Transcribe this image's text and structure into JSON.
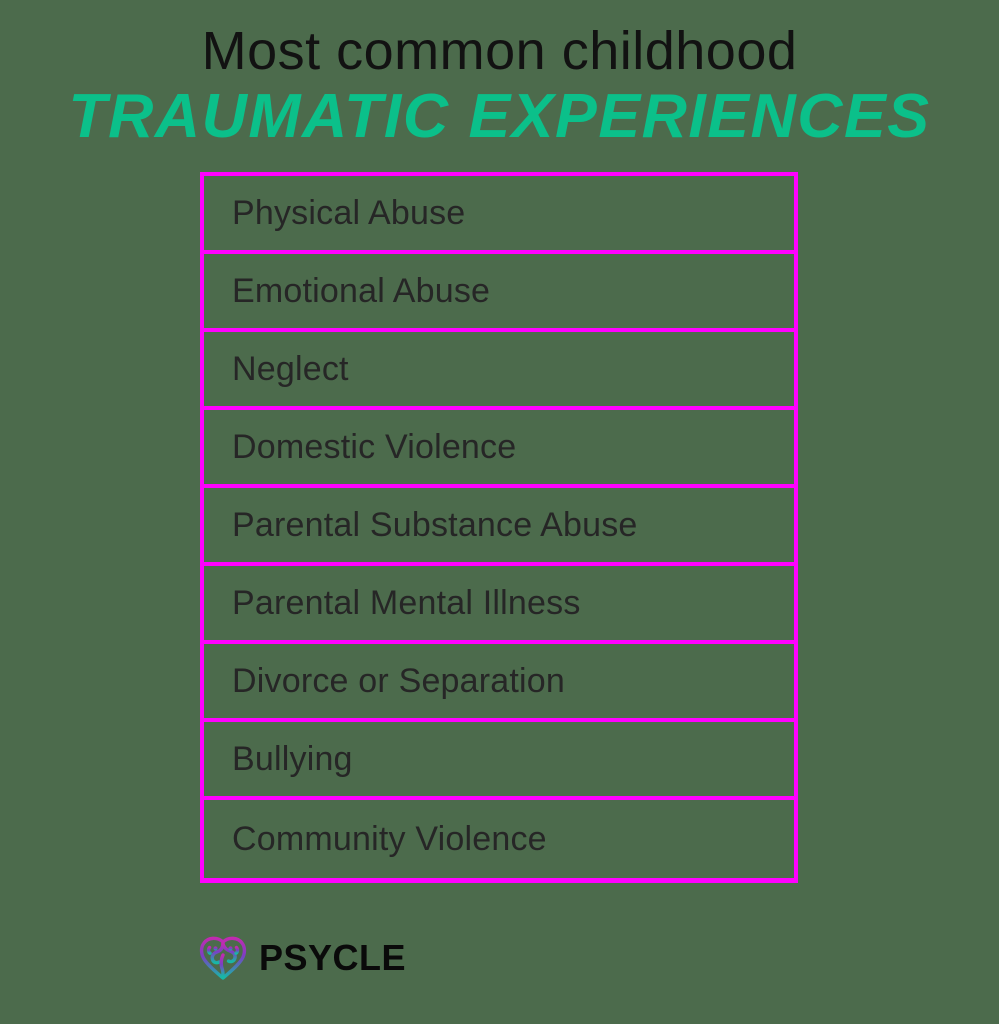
{
  "page": {
    "background_color": "#4C6B4C",
    "accent_green": "#0BC08A",
    "accent_magenta": "#FF00FF",
    "text_color": "#262626"
  },
  "title": {
    "line1": "Most common childhood",
    "line2": "TRAUMATIC EXPERIENCES"
  },
  "list": {
    "items": [
      {
        "label": "Physical Abuse"
      },
      {
        "label": "Emotional Abuse"
      },
      {
        "label": "Neglect"
      },
      {
        "label": "Domestic Violence"
      },
      {
        "label": "Parental Substance Abuse"
      },
      {
        "label": "Parental Mental Illness"
      },
      {
        "label": "Divorce or Separation"
      },
      {
        "label": "Bullying"
      },
      {
        "label": "Community Violence"
      }
    ]
  },
  "logo": {
    "icon": "brain-icon",
    "wordmark": "PSYCLE",
    "gradient_start": "#C12BB0",
    "gradient_mid": "#7B3FC4",
    "gradient_end": "#17B8A6"
  }
}
